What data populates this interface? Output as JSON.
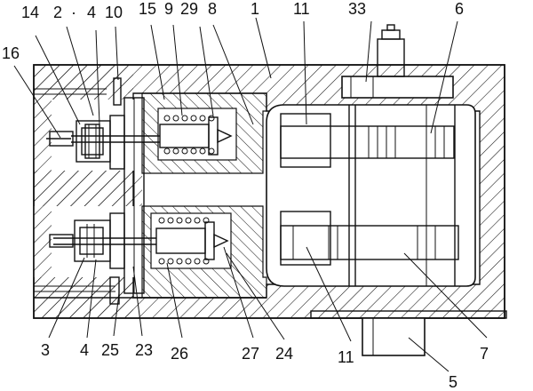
{
  "figure": {
    "labels": {
      "top": [
        "14",
        "2",
        "·",
        "4",
        "10",
        "15",
        "9",
        "29",
        "8",
        "1",
        "11",
        "33",
        "6"
      ],
      "left": [
        "16"
      ],
      "bottom": [
        "3",
        "4",
        "25",
        "23",
        "26",
        "27",
        "24",
        "11",
        "7",
        "5"
      ]
    }
  }
}
